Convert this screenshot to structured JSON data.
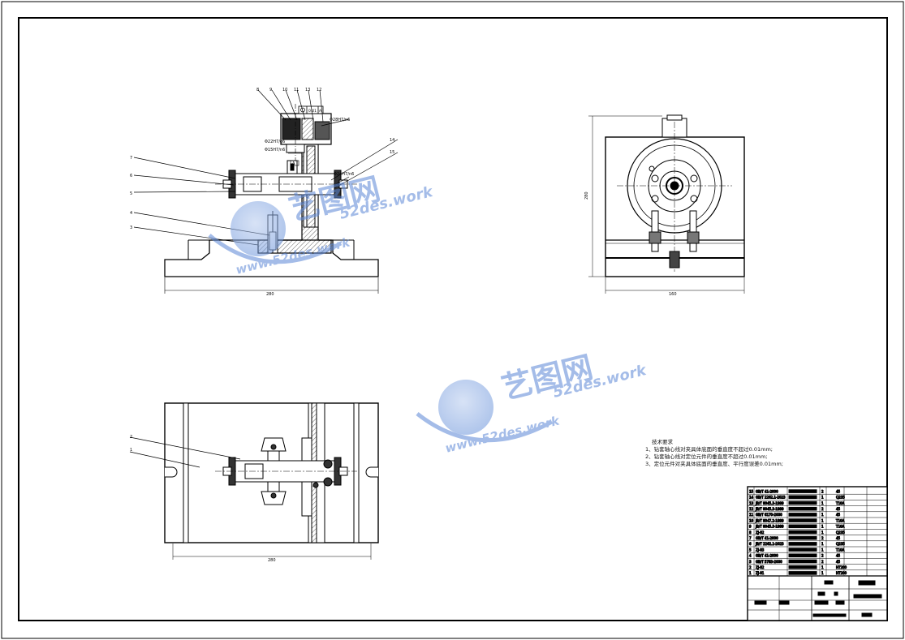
{
  "drawing": {
    "watermark": {
      "brand": "艺图网",
      "domain": "52des.work",
      "url": "www.52des.work",
      "color": "#5a86d6"
    },
    "dimensions": {
      "front_width": "280",
      "side_height": "280",
      "side_width": "160",
      "plan_width": "280"
    },
    "annotations": {
      "tol_1": "Φ28H7/n6",
      "tol_2": "Φ22H7/g6",
      "tol_3": "Φ15H7/n6",
      "tol_4": "Φ24H7/n6",
      "tol_5": "A",
      "tol_frame": "0.01",
      "tol_datum": "A"
    },
    "balloons": [
      "1",
      "2",
      "3",
      "4",
      "5",
      "6",
      "7",
      "8",
      "9",
      "10",
      "11",
      "12",
      "13",
      "14",
      "15"
    ],
    "tech_requirements": {
      "heading": "技术要求",
      "items": [
        "1、钻套轴心线对夹具体底面的垂直度不超过0.01mm;",
        "2、钻套轴心线对定位元件的垂直度不超过0.01mm;",
        "3、定位元件对夹具体底面的垂直度、平行度误差0.01mm;"
      ]
    },
    "bom": [
      {
        "no": "15",
        "std": "GB/T 41-2000",
        "qty": "2",
        "mat": "45"
      },
      {
        "no": "14",
        "std": "GB/T 2262.1-2023",
        "qty": "1",
        "mat": "Q235"
      },
      {
        "no": "13",
        "std": "JB/T 8045.3-1999",
        "qty": "1",
        "mat": "T10A"
      },
      {
        "no": "12",
        "std": "JB/T 8045.3-1999",
        "qty": "2",
        "mat": "45"
      },
      {
        "no": "11",
        "std": "GB/T 6170-2000",
        "qty": "1",
        "mat": "45"
      },
      {
        "no": "10",
        "std": "JB/T 8047.2-1999",
        "qty": "1",
        "mat": "T10A"
      },
      {
        "no": "9",
        "std": "JB/T 8045.3-1999",
        "qty": "1",
        "mat": "T10A"
      },
      {
        "no": "8",
        "std": "ZJ-02",
        "qty": "1",
        "mat": "Q235"
      },
      {
        "no": "7",
        "std": "GB/T 41-2000",
        "qty": "2",
        "mat": "45"
      },
      {
        "no": "6",
        "std": "JB/T 2262.1-2023",
        "qty": "1",
        "mat": "Q235"
      },
      {
        "no": "5",
        "std": "ZJ-03",
        "qty": "1",
        "mat": "T10A"
      },
      {
        "no": "4",
        "std": "GB/T 41-2000",
        "qty": "2",
        "mat": "45"
      },
      {
        "no": "3",
        "std": "GB/T 5783-2000",
        "qty": "2",
        "mat": "45"
      },
      {
        "no": "2",
        "std": "ZJ-02",
        "qty": "1",
        "mat": "HT200"
      },
      {
        "no": "1",
        "std": "ZJ-01",
        "qty": "1",
        "mat": "HT200"
      }
    ],
    "line_color": "#000000"
  }
}
